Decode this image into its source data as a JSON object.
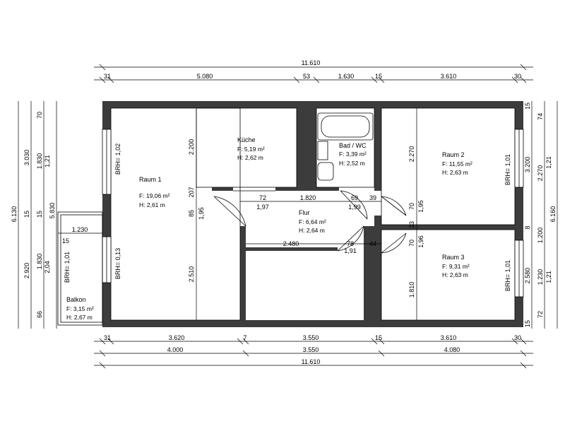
{
  "rooms": [
    {
      "name": "Raum 1",
      "area": "F: 19,06 m²",
      "height": "H: 2,61 m"
    },
    {
      "name": "Küche",
      "area": "F: 5,19 m²",
      "height": "H: 2,62 m"
    },
    {
      "name": "Bad / WC",
      "area": "F: 3,39 m²",
      "height": "H: 2,52 m"
    },
    {
      "name": "Flur",
      "area": "F: 6,64 m²",
      "height": "H: 2,64 m"
    },
    {
      "name": "Raum 2",
      "area": "F: 11,55 m²",
      "height": "H: 2,63 m"
    },
    {
      "name": "Raum 3",
      "area": "F: 9,31 m²",
      "height": "H: 2,63 m"
    },
    {
      "name": "Balkon",
      "area": "F: 3,15 m²",
      "height": "H: 2,67 m"
    }
  ],
  "dims_top": {
    "total": "11.610",
    "segments": [
      "31",
      "5.080",
      "53",
      "1.630",
      "15",
      "3.610",
      "30"
    ]
  },
  "dims_bottom": {
    "row1": [
      "31",
      "3.620",
      "7",
      "3.550",
      "15",
      "3.610",
      "30"
    ],
    "row2": [
      "4.000",
      "3.550",
      "4.080"
    ],
    "total": "11.610"
  },
  "dims_left": {
    "outer": "6.130",
    "mid": [
      "3.030",
      "15",
      "2.920"
    ],
    "inner": [
      "70",
      "1.830",
      "15",
      "1.830",
      "66"
    ],
    "window": [
      "1,21",
      "2,04"
    ],
    "balcony_h": "5.830"
  },
  "dims_right": {
    "outer": "6.160",
    "mid": [
      "3.200",
      "1.200"
    ],
    "inner": [
      "15",
      "74",
      "2.270",
      "8",
      "2.580",
      "15",
      "72"
    ],
    "window": [
      "1,21",
      "1,21"
    ],
    "extra": [
      "1.230"
    ]
  },
  "interior_dims": {
    "raum1_h_top": "2.200",
    "raum1_h_bottom": "2.510",
    "raum1_door": "85",
    "raum1_door2": "207",
    "raum1_door3": "1,95",
    "kueche_w": "1.820",
    "door_72": "72",
    "door_197": "1,97",
    "bad_69": "69",
    "bad_199": "1,99",
    "bad_39": "39",
    "flur_w": "2.480",
    "flur_78": "78",
    "flur_191": "1,91",
    "flur_44": "44",
    "raum2_h": "2.270",
    "raum2_70": "70",
    "raum2_195": "1,95",
    "raum2_23": "23",
    "raum3_70": "70",
    "raum3_196": "1,96",
    "raum3_h": "1.810",
    "balkon_w": "1.230",
    "balkon_15": "15"
  },
  "brh": {
    "raum1_top": "BRH= 1,02",
    "raum1_bottom": "BRH= 0,13",
    "raum2": "BRH= 1,01",
    "raum3": "BRH= 1,01",
    "balkon": "BRH= 1,01"
  },
  "colors": {
    "wall": "#3c3c3c",
    "line": "#000000",
    "background": "#ffffff"
  }
}
